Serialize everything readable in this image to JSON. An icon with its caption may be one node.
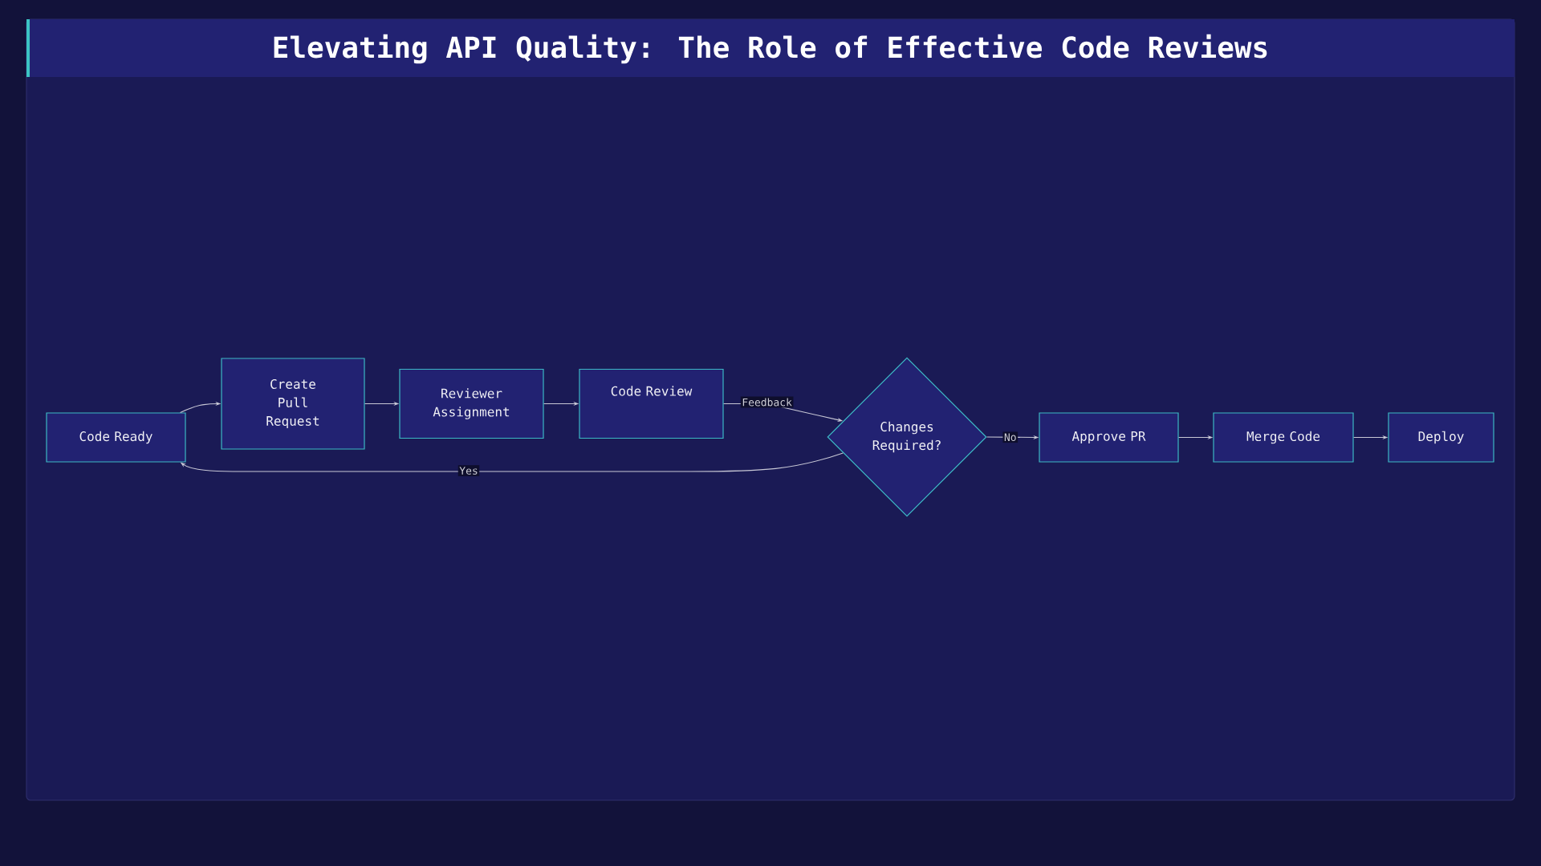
{
  "diagram": {
    "title": "Elevating API Quality: The Role of Effective Code Reviews",
    "nodes": [
      {
        "text": [
          "Code Ready"
        ]
      },
      {
        "text": [
          "Create Pull Request"
        ]
      },
      {
        "text": [
          "Reviewer Assignment"
        ]
      },
      {
        "text": [
          "Code Review"
        ]
      },
      {
        "text": [
          "Changes Required?"
        ]
      },
      {
        "text": [
          "Approve PR"
        ]
      },
      {
        "text": [
          "Merge Code"
        ]
      },
      {
        "text": [
          "Deploy"
        ]
      }
    ],
    "edges": [
      {
        "from": 0,
        "to": 1,
        "arrow": "to"
      },
      {
        "from": 1,
        "to": 2,
        "arrow": "to"
      },
      {
        "from": 2,
        "to": 3,
        "arrow": "to"
      },
      {
        "from": 3,
        "to": 4,
        "label": "Feedback",
        "arrow": "to"
      },
      {
        "from": 4,
        "to": 0,
        "label": "Yes",
        "arrow": "to"
      },
      {
        "from": 4,
        "to": 5,
        "label": "No",
        "arrow": "to"
      },
      {
        "from": 5,
        "to": 6,
        "arrow": "to"
      },
      {
        "from": 6,
        "to": 7,
        "arrow": "to"
      }
    ]
  }
}
